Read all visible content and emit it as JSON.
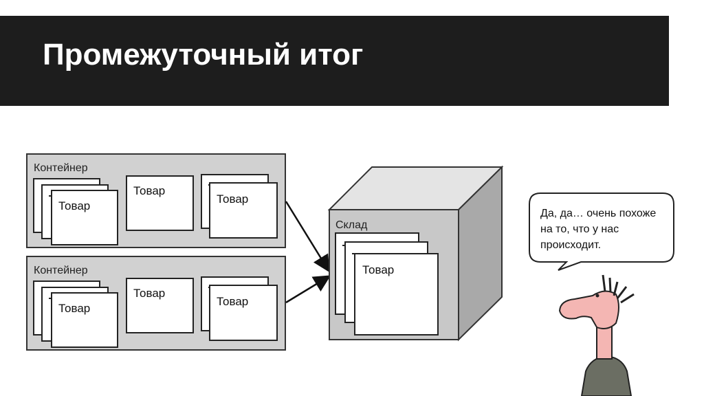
{
  "slide": {
    "title": "Промежуточный итог"
  },
  "containers": [
    {
      "label": "Контейнер",
      "items": [
        "Товар",
        "Товар",
        "Товар"
      ]
    },
    {
      "label": "Контейнер",
      "items": [
        "Товар",
        "Товар",
        "Товар"
      ]
    }
  ],
  "warehouse": {
    "label": "Склад",
    "item": "Товар"
  },
  "speech_bubble": {
    "text": "Да, да… очень похоже на то, что у нас происходит."
  },
  "colors": {
    "title_bar": "#1d1d1d",
    "container_fill": "#d1d1d1",
    "cube_front": "#c8c8c8",
    "cube_top": "#e4e4e4",
    "cube_side": "#a9a9a9",
    "skin": "#f4b6b3",
    "shirt": "#6b6e63"
  }
}
